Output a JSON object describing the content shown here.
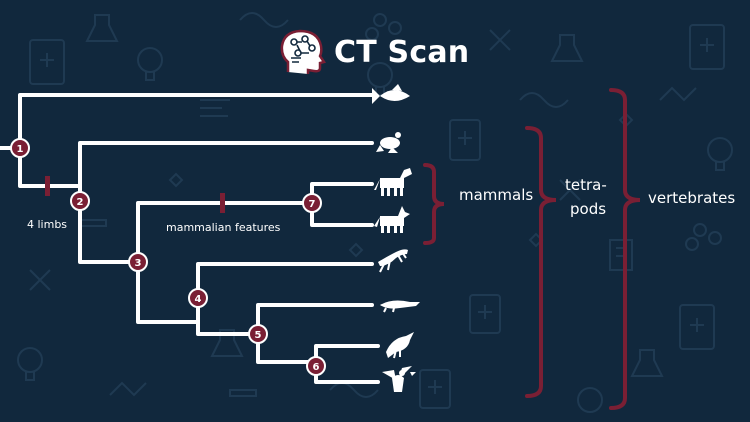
{
  "header": {
    "brand": "CT Scan"
  },
  "tree": {
    "nodes": [
      "1",
      "2",
      "3",
      "4",
      "5",
      "6",
      "7"
    ],
    "traits": {
      "four_limbs": "4 limbs",
      "mammalian_features": "mammalian features"
    },
    "taxa": [
      "fish",
      "frog",
      "horse",
      "wolf",
      "lizard",
      "crocodile",
      "bird",
      "eagle"
    ],
    "groups": {
      "mammals": "mammals",
      "tetrapods_line1": "tetra-",
      "tetrapods_line2": "pods",
      "vertebrates": "vertebrates"
    }
  },
  "colors": {
    "background": "#11283d",
    "pattern": "#1f3a52",
    "branch": "#ffffff",
    "accent": "#7a1f34"
  }
}
